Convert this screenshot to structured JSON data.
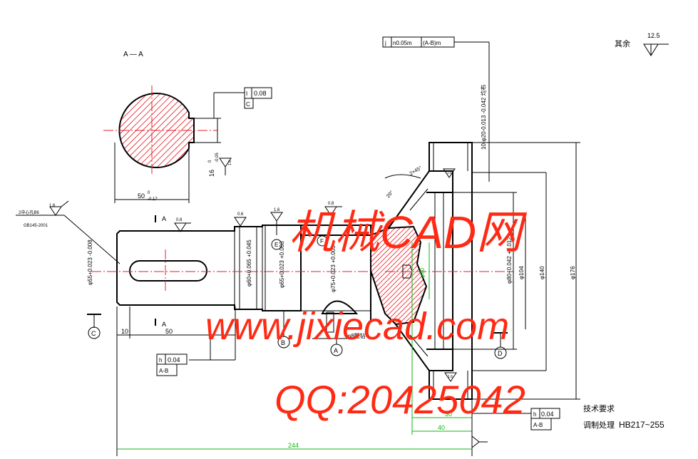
{
  "section": {
    "title": "A — A",
    "keyway_width": "16",
    "keyway_tol_up": "0",
    "keyway_tol_dn": "-0.05",
    "diameter": "50",
    "dia_tol_up": "0",
    "dia_tol_dn": "-0.17",
    "roughness": "1.6"
  },
  "tolerance_frames": {
    "sym": {
      "symbol": "I",
      "value": "0.08",
      "datum": "C"
    },
    "top": {
      "symbol": "j",
      "value": "n0.05m",
      "datum": "(A-B)m"
    },
    "left": {
      "symbol": "h",
      "value": "0.04",
      "datum": "A-B"
    },
    "right": {
      "symbol": "h",
      "value": "0.04",
      "datum": "A-B"
    }
  },
  "roughness_marks": {
    "general": "12.5",
    "other_label": "其余",
    "r1": "1.6",
    "r2": "0.8",
    "r3": "0.6",
    "r4": "1.6",
    "r5": "0.8",
    "r6": "1.6"
  },
  "notes": {
    "center_hole": "2中心孔B6",
    "standard": "GB145-2001",
    "spline": "10-φ20-0.013 -0.042 均布"
  },
  "section_marks": {
    "cut_label": "A"
  },
  "datums": {
    "a": "A",
    "b": "B",
    "c": "C",
    "d": "D",
    "e": "E",
    "f": "F"
  },
  "dimensions": {
    "d55": "φ55+0.023 -0.008",
    "d60": "φ60+0.065 +0.045",
    "d65": "φ65+0.023 +0.003",
    "d75": "φ75+0.023 +0.003",
    "d90": "φ90",
    "d80": "φ80+0.042 +0.012",
    "d104": "φ104",
    "d140": "φ140",
    "d176": "φ176",
    "len10": "10",
    "len50": "50",
    "len30": "30",
    "len40": "40",
    "len244": "244",
    "hole": "φ8配钻",
    "chamfer": "2×45°",
    "angle": "20°"
  },
  "tech": {
    "title": "技术要求",
    "line1_prefix": "调制处理",
    "line1_value": "HB217~255"
  },
  "watermark": {
    "line1": "机械CAD网",
    "line2": "www.jixiecad.com",
    "line3": "QQ:20425042"
  }
}
